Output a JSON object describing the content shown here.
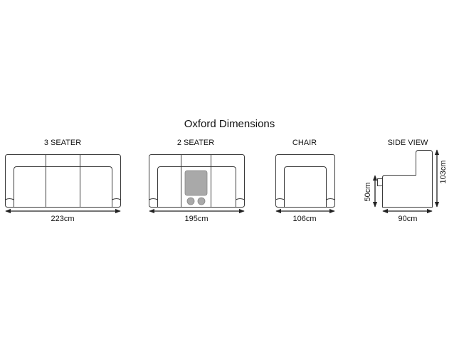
{
  "title": "Oxford Dimensions",
  "items": [
    {
      "name": "3 SEATER",
      "width": "223cm"
    },
    {
      "name": "2 SEATER",
      "width": "195cm"
    },
    {
      "name": "CHAIR",
      "width": "106cm"
    },
    {
      "name": "SIDE VIEW",
      "width": "90cm",
      "seat_height": "50cm",
      "total_height": "103cm"
    }
  ],
  "colors": {
    "line": "#3a3a3a",
    "insert": "#a9a9a9"
  }
}
